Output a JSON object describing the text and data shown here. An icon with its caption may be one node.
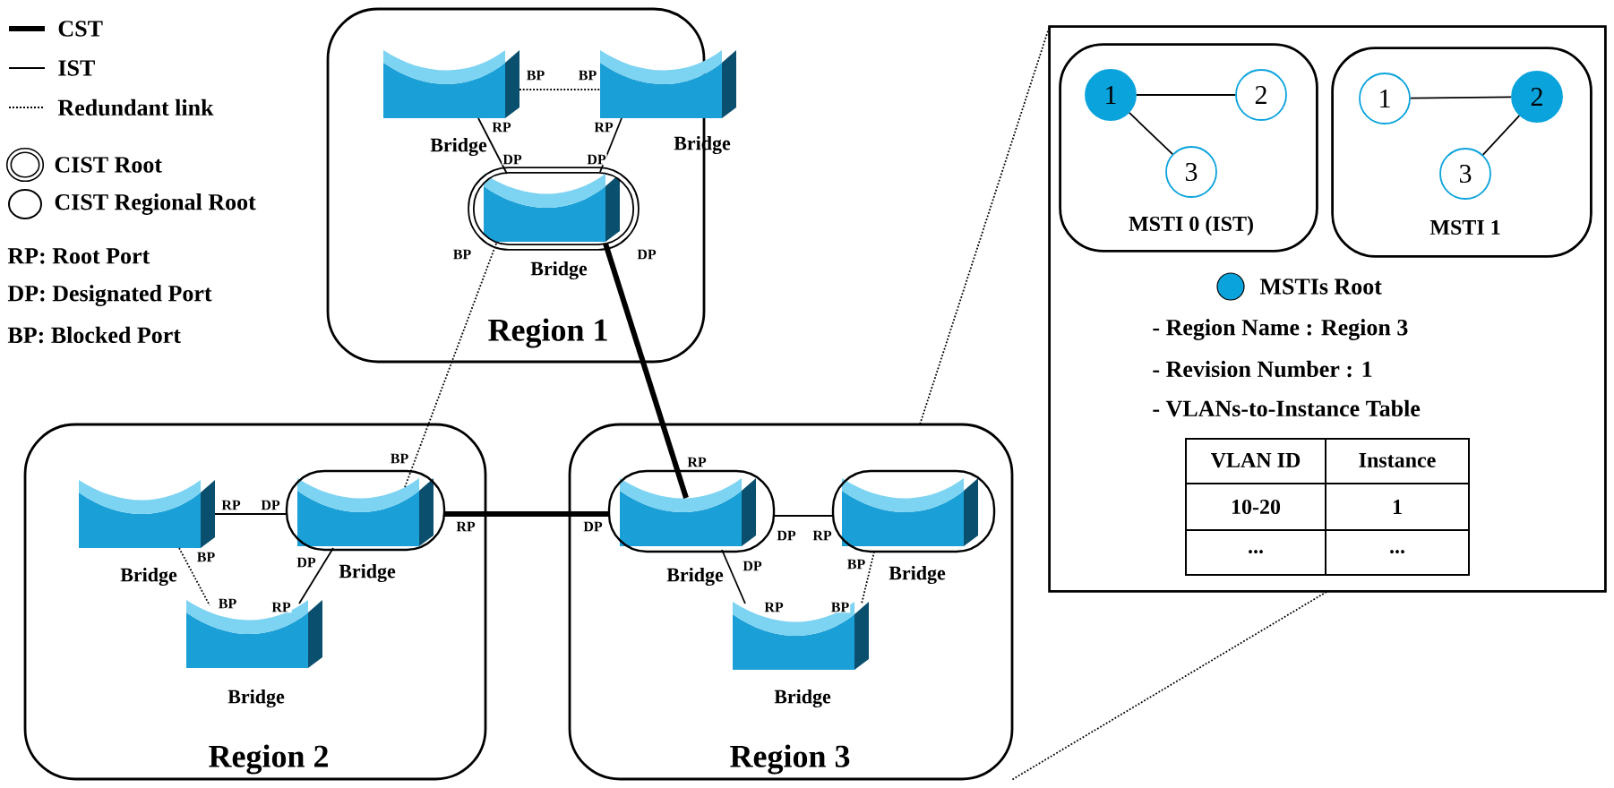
{
  "diagram": {
    "nodes": [
      {
        "text": [
          "Region 1"
        ]
      },
      {
        "text": [
          "Bridge"
        ],
        "in": 0
      },
      {
        "text": [
          "Bridge"
        ],
        "in": 0
      },
      {
        "text": [
          "Bridge"
        ],
        "in": 0
      },
      {
        "text": [
          "Region 2"
        ]
      },
      {
        "text": [
          "Bridge"
        ],
        "in": 4
      },
      {
        "text": [
          "Bridge"
        ],
        "in": 4
      },
      {
        "text": [
          "Bridge"
        ],
        "in": 4
      },
      {
        "text": [
          "Region 3"
        ]
      },
      {
        "text": [
          "Bridge"
        ],
        "in": 8
      },
      {
        "text": [
          "Bridge"
        ],
        "in": 8
      },
      {
        "text": [
          "Bridge"
        ],
        "in": 8
      },
      {
        "text": [],
        "shape": "box"
      },
      {
        "text": [
          "MSTI 0 (IST)"
        ],
        "in": 12
      },
      {
        "text": [
          "1"
        ],
        "in": 13
      },
      {
        "text": [
          "2"
        ],
        "in": 13
      },
      {
        "text": [
          "3"
        ],
        "in": 13
      },
      {
        "text": [
          "MSTI 1"
        ],
        "in": 12
      },
      {
        "text": [
          "1"
        ],
        "in": 17
      },
      {
        "text": [
          "2"
        ],
        "in": 17
      },
      {
        "text": [
          "3"
        ],
        "in": 17
      }
    ],
    "edges": [
      {
        "from": 1,
        "to": 2,
        "arrow": "none",
        "style": "dashed"
      },
      {
        "from": 1,
        "to": 3,
        "arrow": "none"
      },
      {
        "from": 2,
        "to": 3,
        "arrow": "none"
      },
      {
        "from": 3,
        "to": 6,
        "arrow": "none",
        "style": "dashed"
      },
      {
        "from": 3,
        "to": 9,
        "arrow": "none",
        "style": "thick"
      },
      {
        "from": 6,
        "to": 9,
        "arrow": "none",
        "style": "thick"
      },
      {
        "from": 5,
        "to": 6,
        "arrow": "none"
      },
      {
        "from": 5,
        "to": 7,
        "arrow": "none",
        "style": "dashed"
      },
      {
        "from": 6,
        "to": 7,
        "arrow": "none"
      },
      {
        "from": 9,
        "to": 10,
        "arrow": "none"
      },
      {
        "from": 9,
        "to": 11,
        "arrow": "none"
      },
      {
        "from": 10,
        "to": 11,
        "arrow": "none",
        "style": "dashed"
      },
      {
        "from": 8,
        "to": 12,
        "arrow": "none",
        "style": "dashed"
      },
      {
        "from": 8,
        "to": 12,
        "arrow": "none",
        "style": "dashed"
      },
      {
        "from": 14,
        "to": 15,
        "arrow": "none"
      },
      {
        "from": 14,
        "to": 16,
        "arrow": "none"
      },
      {
        "from": 18,
        "to": 19,
        "arrow": "none"
      },
      {
        "from": 19,
        "to": 20,
        "arrow": "none"
      }
    ],
    "labels": [
      "RP: Root Port",
      "DP: Designated Port",
      "BP: Blocked Port",
      "BP",
      "BP",
      "RP",
      "RP",
      "DP",
      "DP",
      "BP",
      "DP",
      "BP",
      "RP",
      "DP",
      "RP",
      "BP",
      "DP",
      "BP",
      "RP",
      "RP",
      "DP",
      "DP",
      "RP",
      "DP",
      "BP",
      "RP",
      "BP",
      "- Region Name : Region 3",
      "- Revision Number : 1",
      "- VLANs-to-Instance Table",
      "VLAN ID",
      "Instance",
      "10-20",
      "1",
      "...",
      "..."
    ],
    "legend": [
      {
        "text": "CST"
      },
      {
        "text": "IST"
      },
      {
        "text": "Redundant link"
      },
      {
        "text": "CIST Root"
      },
      {
        "text": "CIST Regional Root"
      },
      {
        "text": "MSTIs Root",
        "color": "#0aa3dc"
      }
    ]
  }
}
